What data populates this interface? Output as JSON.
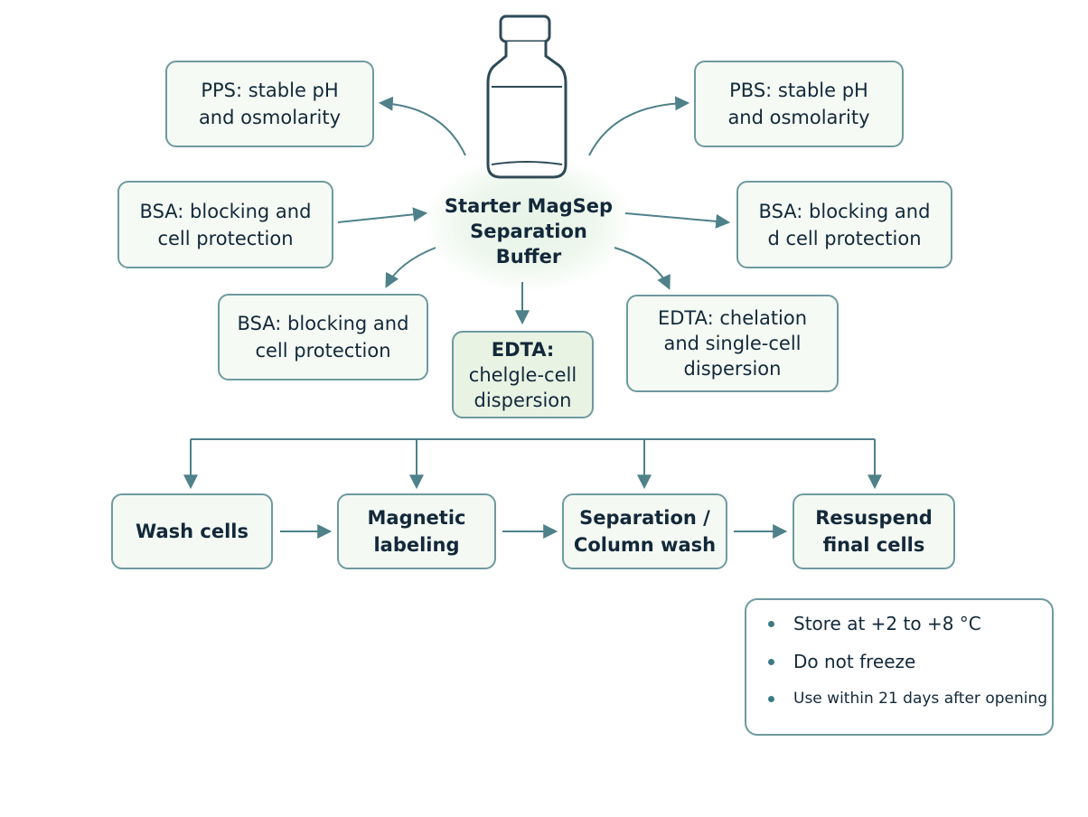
{
  "center": {
    "line1": "Starter MagSep",
    "line2": "Separation",
    "line3": "Buffer"
  },
  "components": {
    "top_left": {
      "line1": "PPS: stable pH",
      "line2": "and osmolarity"
    },
    "top_right": {
      "line1": "PBS: stable pH",
      "line2": "and osmolarity"
    },
    "mid_left": {
      "line1": "BSA: blocking and",
      "line2": "cell protection"
    },
    "mid_right": {
      "line1": "BSA: blocking and",
      "line2": "d cell protection"
    },
    "low_left": {
      "line1": "BSA: blocking and",
      "line2": "cell protection"
    },
    "low_center": {
      "line1": "EDTA:",
      "line2": "chelgle-cell",
      "line3": "dispersion"
    },
    "low_right": {
      "line1": "EDTA: chelation",
      "line2": "and single-cell",
      "line3": "dispersion"
    }
  },
  "workflow": [
    {
      "line1": "Wash cells",
      "line2": ""
    },
    {
      "line1": "Magnetic",
      "line2": "labeling"
    },
    {
      "line1": "Separation /",
      "line2": "Column wash"
    },
    {
      "line1": "Resuspend",
      "line2": "final cells"
    }
  ],
  "storage": [
    "Store at +2 to +8 °C",
    "Do not freeze",
    "Use within 21 days after opening"
  ],
  "colors": {
    "border": "#6e9a9f",
    "arrow": "#4e8189",
    "text": "#13283a",
    "fill": "#f5faf4",
    "bullet": "#3c7a85"
  }
}
